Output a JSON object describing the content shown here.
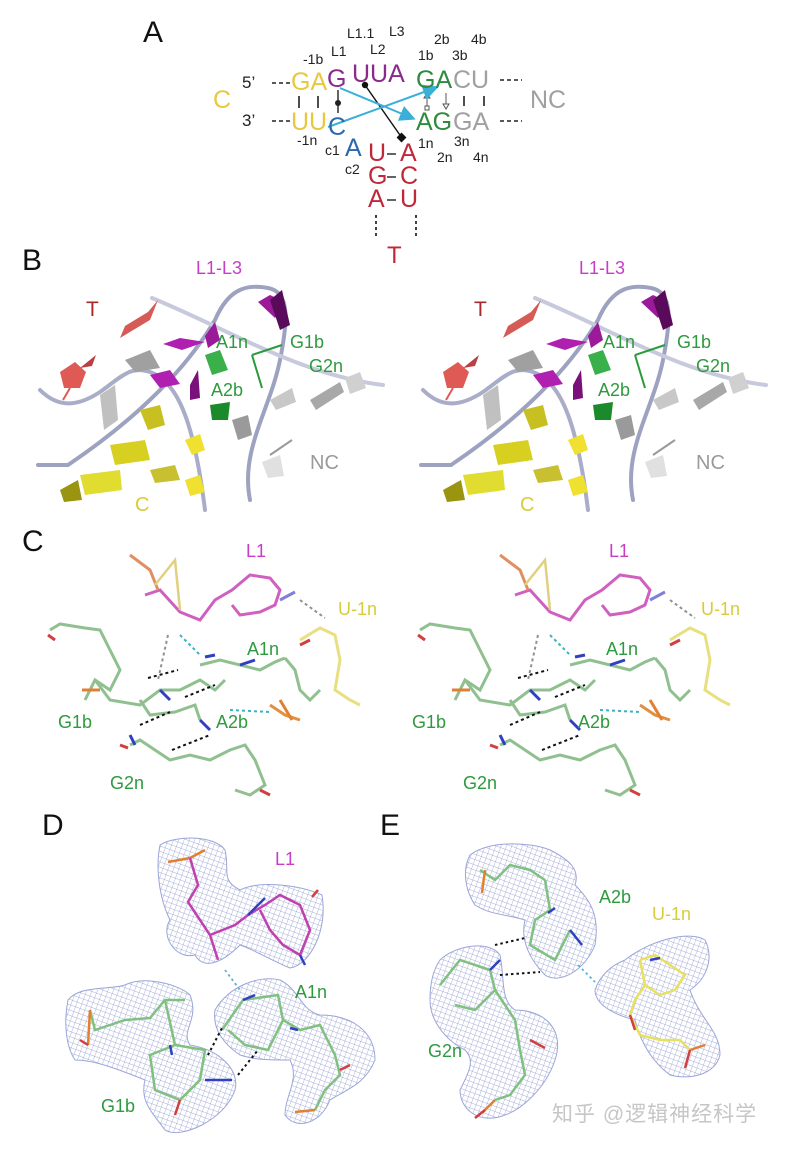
{
  "panels": {
    "A": {
      "letter": "A",
      "strands": {
        "C_label": "C",
        "NC_label": "NC",
        "T_label": "T",
        "five_prime": "5’",
        "three_prime": "3’"
      },
      "top_row": {
        "c_strand": "GA",
        "L1": "G",
        "loop": "UUA",
        "nc_green": "GA",
        "nc_grey": "CU"
      },
      "bottom_row": {
        "c_strand": "UU",
        "c1_base": "C",
        "nc_green": "AG",
        "nc_grey": "GA"
      },
      "t_stem": [
        {
          "left": "U",
          "right": "A"
        },
        {
          "left": "G",
          "right": "C"
        },
        {
          "left": "A",
          "right": "U"
        }
      ],
      "c2_base": "A",
      "index_labels": {
        "L1_1": "L1.1",
        "L3": "L3",
        "L2": "L2",
        "L1": "L1",
        "m1b": "-1b",
        "b1": "1b",
        "b2": "2b",
        "b3": "3b",
        "b4": "4b",
        "m1n": "-1n",
        "c1": "c1",
        "c2": "c2",
        "n1": "1n",
        "n2": "2n",
        "n3": "3n",
        "n4": "4n"
      },
      "dashes": "---"
    },
    "B": {
      "letter": "B",
      "views": [
        {
          "L": "L1-L3",
          "T": "T",
          "A1n": "A1n",
          "G1b": "G1b",
          "G2n": "G2n",
          "A2b": "A2b",
          "NC": "NC",
          "C": "C"
        },
        {
          "L": "L1-L3",
          "T": "T",
          "A1n": "A1n",
          "G1b": "G1b",
          "G2n": "G2n",
          "A2b": "A2b",
          "NC": "NC",
          "C": "C"
        }
      ]
    },
    "C": {
      "letter": "C",
      "views": [
        {
          "L1": "L1",
          "U1n": "U-1n",
          "A1n": "A1n",
          "G1b": "G1b",
          "A2b": "A2b",
          "G2n": "G2n"
        },
        {
          "L1": "L1",
          "U1n": "U-1n",
          "A1n": "A1n",
          "G1b": "G1b",
          "A2b": "A2b",
          "G2n": "G2n"
        }
      ]
    },
    "D": {
      "letter": "D",
      "labels": {
        "L1": "L1",
        "A1n": "A1n",
        "G1b": "G1b"
      }
    },
    "E": {
      "letter": "E",
      "labels": {
        "A2b": "A2b",
        "U1n": "U-1n",
        "G2n": "G2n"
      }
    }
  },
  "colors": {
    "c_strand": "#e8c840",
    "loop": "#8a2a8a",
    "nc_paired": "#2e8b3e",
    "nc_other": "#a0a0a0",
    "c1": "#2a6aa8",
    "t_stem": "#c0283a",
    "arrow": "#3ab0d8",
    "mesh": "#8090c8"
  },
  "watermark": "知乎 @逻辑神经科学"
}
